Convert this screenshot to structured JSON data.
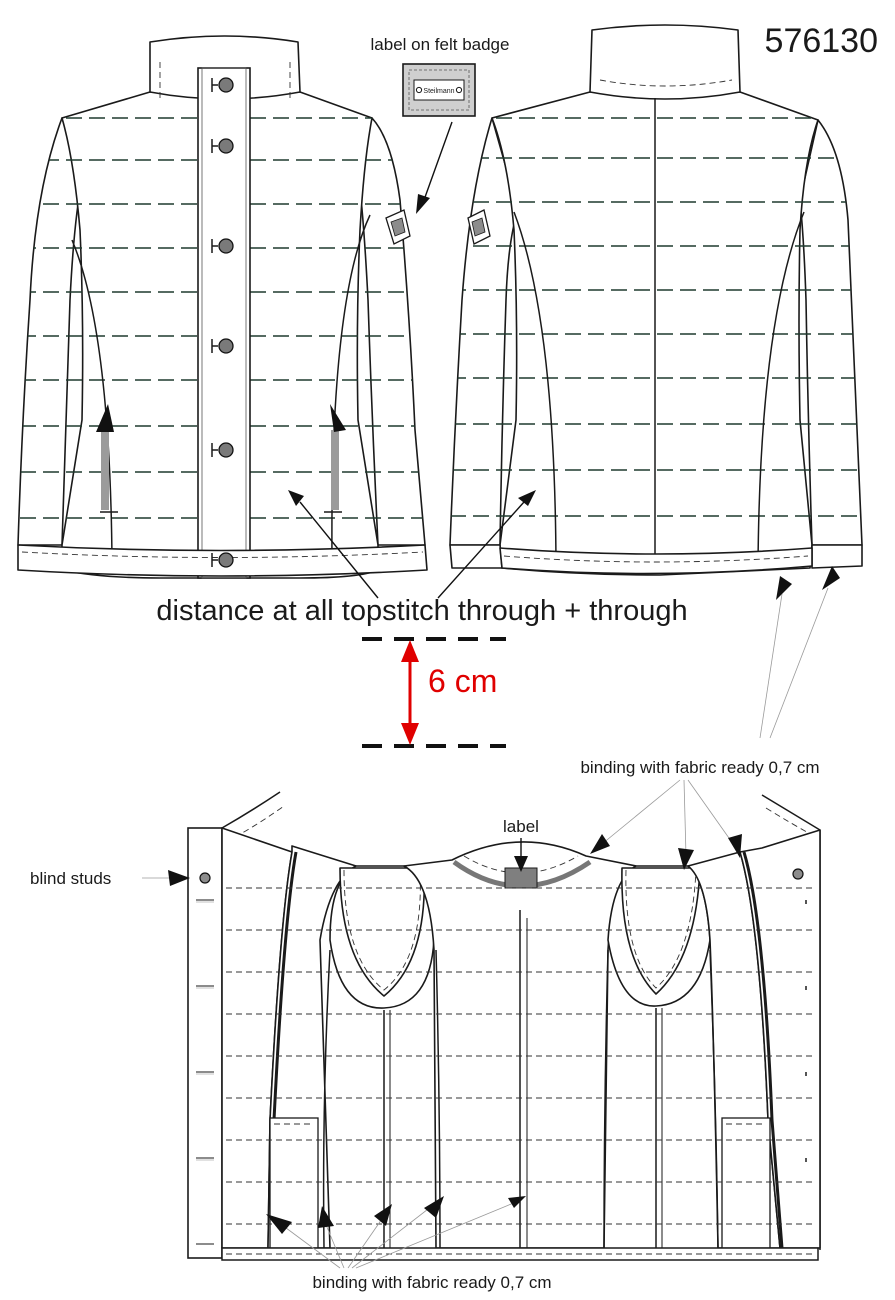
{
  "header": {
    "style_number": "576130"
  },
  "annotations": {
    "felt_badge_label": "label on felt badge",
    "badge_text": "Steilmann",
    "topstitch_distance": "distance at all topstitch through + through",
    "distance_value": "6 cm",
    "binding_right": "binding with fabric ready 0,7 cm",
    "label": "label",
    "blind_studs": "blind studs",
    "binding_bottom": "binding with fabric ready 0,7 cm"
  },
  "colors": {
    "line": "#1a1a1a",
    "quilting": "#1f3a2e",
    "measure": "#e00000",
    "badge_fill": "#8c8c8c",
    "zip_gray": "#9b9b9b"
  },
  "icons": {
    "snap_button": "snap-button-icon",
    "felt_badge": "felt-badge-icon",
    "label_patch": "label-patch-icon",
    "stud": "blind-stud-icon"
  }
}
